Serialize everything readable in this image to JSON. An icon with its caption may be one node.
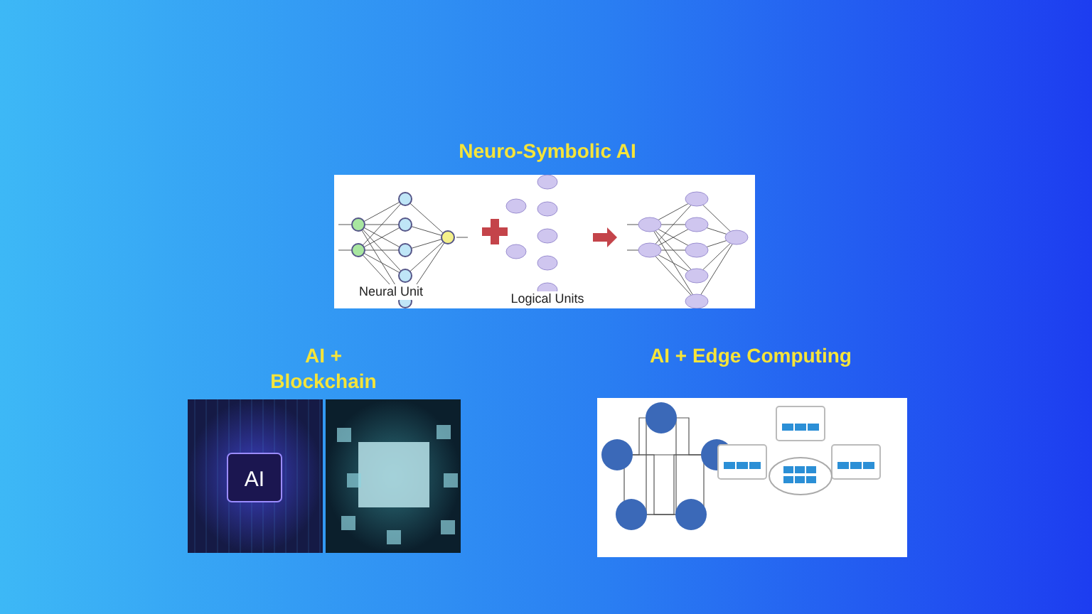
{
  "diagram": {
    "labels": [
      "Neuro-Symbolic AI",
      "Neural Unit",
      "Logical Units",
      "AI + Blockchain",
      "AI",
      "AI + Edge Computing"
    ]
  }
}
